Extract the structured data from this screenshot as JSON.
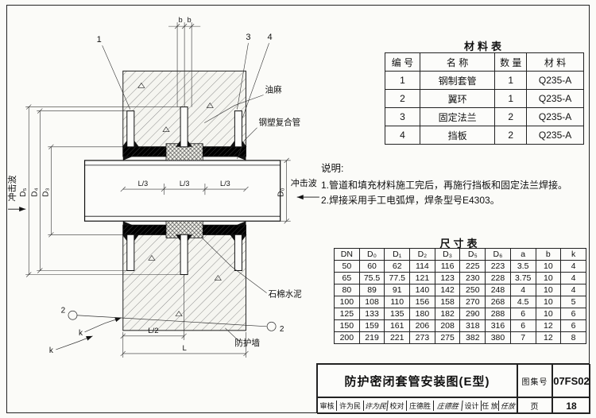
{
  "sheet": {
    "drawing_title": "防护密闭套管安装图(E型)",
    "atlas_label": "图集号",
    "atlas_number": "07FS02",
    "page_label": "页",
    "page_number": "18",
    "approval": [
      {
        "label": "审核",
        "name": "许为民",
        "signature": "许为民"
      },
      {
        "label": "校对",
        "name": "庄德胜",
        "signature": "庄德胜"
      },
      {
        "label": "设计",
        "name": "任 放",
        "signature": "任放"
      }
    ]
  },
  "material_table": {
    "title": "材料表",
    "headers": [
      "编 号",
      "名 称",
      "数 量",
      "材 料"
    ],
    "rows": [
      [
        "1",
        "钢制套管",
        "1",
        "Q235-A"
      ],
      [
        "2",
        "翼环",
        "1",
        "Q235-A"
      ],
      [
        "3",
        "固定法兰",
        "2",
        "Q235-A"
      ],
      [
        "4",
        "挡板",
        "2",
        "Q235-A"
      ]
    ]
  },
  "notes": {
    "title": "说明:",
    "items": [
      "1.管道和填充材料施工完后，再施行挡板和固定法兰焊接。",
      "2.焊接采用手工电弧焊，焊条型号E4303。"
    ]
  },
  "dimension_table": {
    "title": "尺寸表",
    "headers": [
      "DN",
      "D₀",
      "D₁",
      "D₂",
      "D₃",
      "D₅",
      "D₆",
      "a",
      "b",
      "k"
    ],
    "rows": [
      [
        "50",
        "60",
        "62",
        "114",
        "116",
        "225",
        "223",
        "3.5",
        "10",
        "4"
      ],
      [
        "65",
        "75.5",
        "77.5",
        "121",
        "123",
        "230",
        "228",
        "3.75",
        "10",
        "4"
      ],
      [
        "80",
        "89",
        "91",
        "140",
        "142",
        "250",
        "248",
        "4",
        "10",
        "4"
      ],
      [
        "100",
        "108",
        "110",
        "156",
        "158",
        "270",
        "268",
        "4.5",
        "10",
        "5"
      ],
      [
        "125",
        "133",
        "135",
        "180",
        "182",
        "290",
        "288",
        "6",
        "10",
        "6"
      ],
      [
        "150",
        "159",
        "161",
        "206",
        "208",
        "318",
        "316",
        "6",
        "12",
        "6"
      ],
      [
        "200",
        "219",
        "221",
        "273",
        "275",
        "382",
        "380",
        "7",
        "12",
        "8"
      ]
    ]
  },
  "diagram": {
    "callouts": {
      "n1": "1",
      "n2": "2",
      "n3": "3",
      "n4": "4"
    },
    "dims": {
      "b": "b",
      "l_third": "L/3",
      "l_half": "L/2",
      "l_total": "L",
      "d0": "D₀",
      "d3": "D₃",
      "d4": "D₄",
      "d5": "D₅",
      "k": "k"
    },
    "labels": {
      "shock_left": "冲击波",
      "shock_right": "冲击波",
      "oakum": "油麻",
      "pipe": "钢塑复合管",
      "asbestos": "石棉水泥",
      "wall": "防护墙"
    }
  }
}
